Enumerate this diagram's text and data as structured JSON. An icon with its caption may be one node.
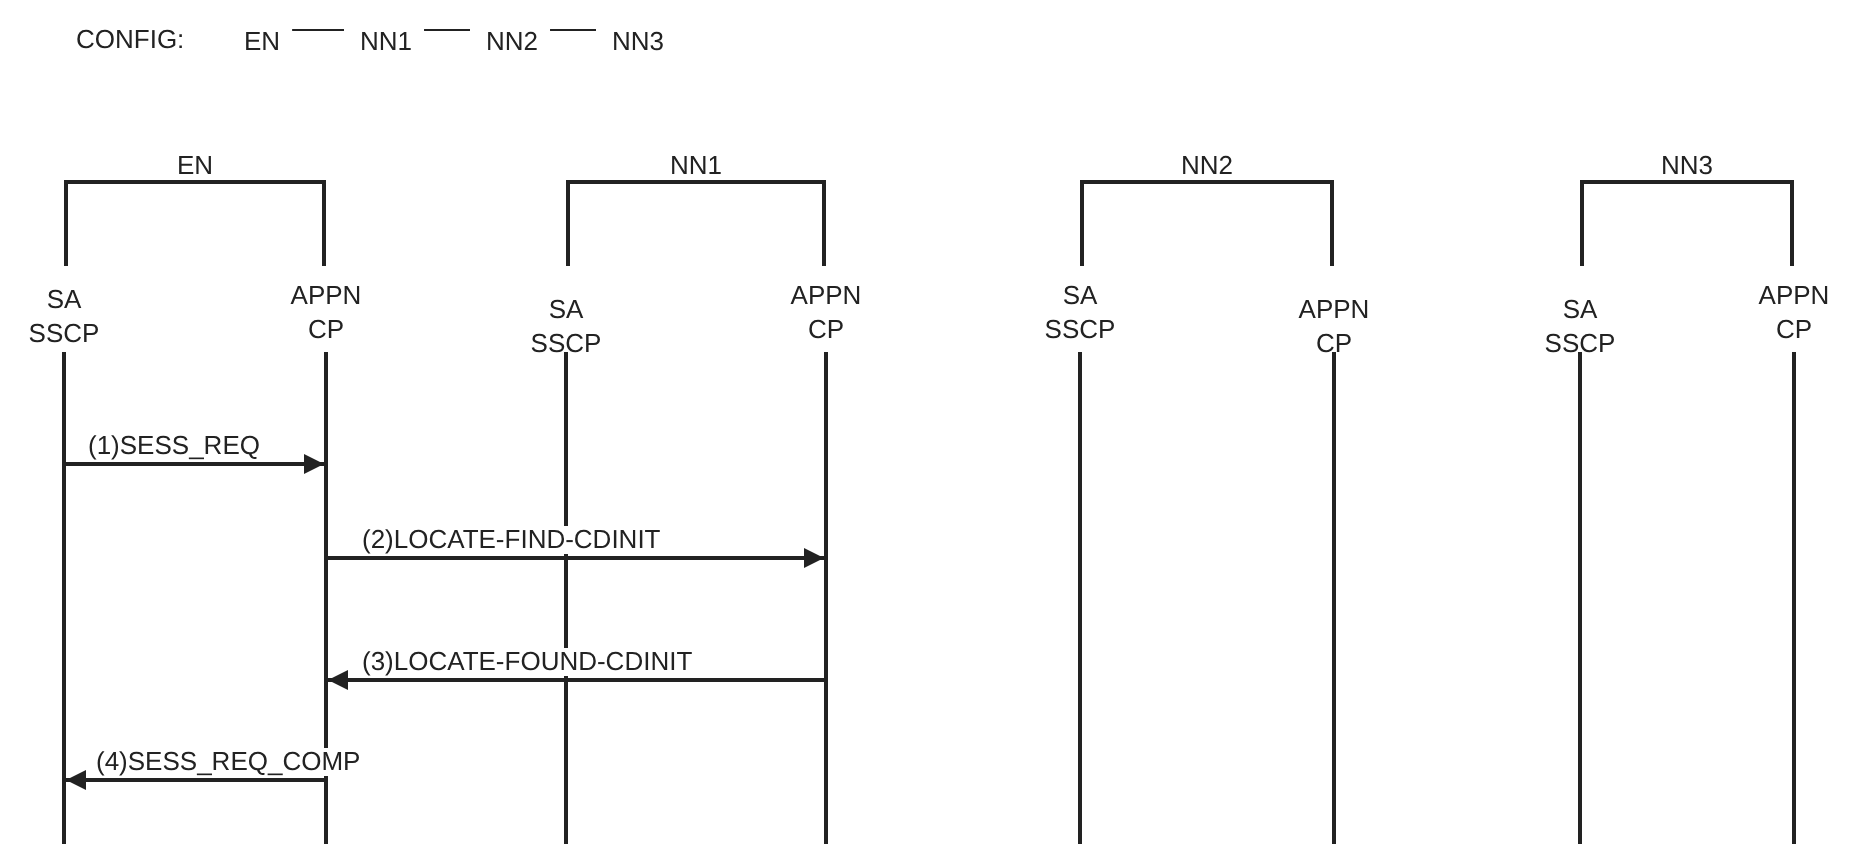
{
  "diagram": {
    "nodes": [
      {
        "text": [
          "EN"
        ]
      },
      {
        "text": [
          "NN1"
        ]
      },
      {
        "text": [
          "NN2"
        ]
      },
      {
        "text": [
          "NN3"
        ]
      },
      {
        "text": [
          "EN"
        ]
      },
      {
        "text": [
          "SA SSCP"
        ]
      },
      {
        "text": [
          "APPN CP"
        ]
      },
      {
        "text": [
          "NN1"
        ]
      },
      {
        "text": [
          "SA SSCP"
        ]
      },
      {
        "text": [
          "APPN CP"
        ]
      },
      {
        "text": [
          "NN2"
        ]
      },
      {
        "text": [
          "SA SSCP"
        ]
      },
      {
        "text": [
          "APPN CP"
        ]
      },
      {
        "text": [
          "NN3"
        ]
      },
      {
        "text": [
          "SA SSCP"
        ]
      },
      {
        "text": [
          "APPN CP"
        ]
      },
      {
        "text": [],
        "shape": "bar"
      },
      {
        "text": [],
        "shape": "bar"
      },
      {
        "text": [],
        "shape": "bar"
      },
      {
        "text": [],
        "shape": "bar"
      },
      {
        "text": [],
        "shape": "bar"
      },
      {
        "text": [],
        "shape": "bar"
      },
      {
        "text": [],
        "shape": "bar"
      },
      {
        "text": [],
        "shape": "bar"
      }
    ],
    "edges": [
      {
        "from": 0,
        "to": 1,
        "arrow": "none"
      },
      {
        "from": 1,
        "to": 2,
        "arrow": "none"
      },
      {
        "from": 2,
        "to": 3,
        "arrow": "none"
      },
      {
        "from": 16,
        "to": 17,
        "arrow": "to",
        "label": "(1)SESS_REQ"
      },
      {
        "from": 17,
        "to": 19,
        "arrow": "to",
        "label": "(2)LOCATE-FIND-CDINIT"
      },
      {
        "from": 19,
        "to": 17,
        "arrow": "to",
        "label": "(3)LOCATE-FOUND-CDINIT"
      },
      {
        "from": 17,
        "to": 16,
        "arrow": "to",
        "label": "(4)SESS_REQ_COMP"
      }
    ],
    "labels": [
      "CONFIG:"
    ]
  }
}
